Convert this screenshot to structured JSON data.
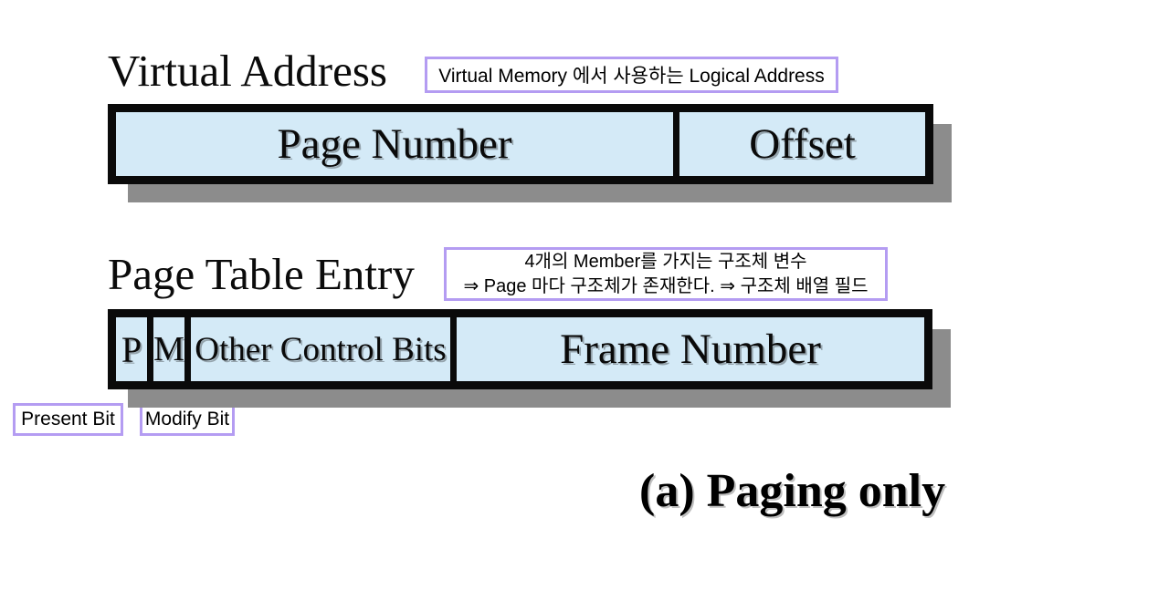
{
  "slide": {
    "caption": "(a) Paging only",
    "colors": {
      "cell_fill": "#d4eaf7",
      "box_border": "#0a0a0a",
      "drop_shadow": "#8c8c8c",
      "annotation_border": "#b49cf2",
      "text": "#000000",
      "background": "#ffffff"
    }
  },
  "virtual_address": {
    "title": "Virtual Address",
    "annotation": "Virtual Memory 에서 사용하는 Logical Address",
    "fields": [
      {
        "label": "Page Number"
      },
      {
        "label": "Offset"
      }
    ]
  },
  "page_table_entry": {
    "title": "Page Table Entry",
    "annotation_line1": "4개의 Member를 가지는 구조체 변수",
    "annotation_line2": "⇒ Page 마다 구조체가 존재한다. ⇒ 구조체 배열 필드",
    "fields": [
      {
        "label": "P"
      },
      {
        "label": "M"
      },
      {
        "label": "Other Control Bits"
      },
      {
        "label": "Frame Number"
      }
    ],
    "bit_legends": [
      {
        "label": "Present Bit"
      },
      {
        "label": "Modify Bit"
      }
    ]
  }
}
